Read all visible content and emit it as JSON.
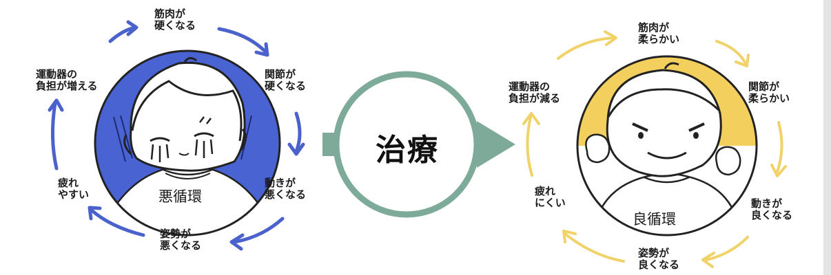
{
  "colors": {
    "vicious_accent": "#4a63d3",
    "virtuous_accent": "#f3cf5e",
    "center_ring": "#7eab99",
    "arrow_vicious": "#4b62cc",
    "arrow_virtuous": "#f0d268"
  },
  "vicious_cycle": {
    "title": "悪循環",
    "steps": [
      {
        "line1": "筋肉が",
        "line2": "硬くなる"
      },
      {
        "line1": "関節が",
        "line2": "硬くなる"
      },
      {
        "line1": "動きが",
        "line2": "悪くなる"
      },
      {
        "line1": "姿勢が",
        "line2": "悪くなる"
      },
      {
        "line1": "疲れ",
        "line2": "やすい"
      },
      {
        "line1": "運動器の",
        "line2": "負担が増える"
      }
    ],
    "illustration": "crying-face-icon"
  },
  "treatment": {
    "label": "治療",
    "arrow": "right-arrow-icon"
  },
  "virtuous_cycle": {
    "title": "良循環",
    "steps": [
      {
        "line1": "筋肉が",
        "line2": "柔らかい"
      },
      {
        "line1": "関節が",
        "line2": "柔らかい"
      },
      {
        "line1": "動きが",
        "line2": "良くなる"
      },
      {
        "line1": "姿勢が",
        "line2": "良くなる"
      },
      {
        "line1": "疲れ",
        "line2": "にくい"
      },
      {
        "line1": "運動器の",
        "line2": "負担が減る"
      }
    ],
    "illustration": "determined-face-icon"
  }
}
